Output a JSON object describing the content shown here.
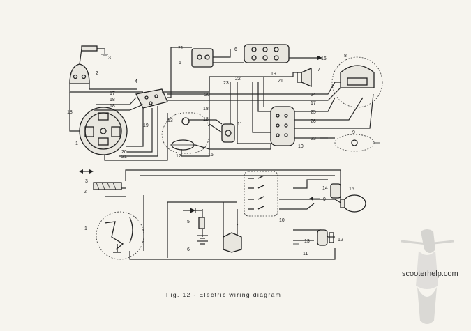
{
  "caption": "Fig. 12 - Electric wiring diagram",
  "watermark": "scooterhelp.com",
  "upper_diagram": {
    "component_numbers": [
      "1",
      "2",
      "3",
      "4",
      "5",
      "6",
      "7",
      "8",
      "9",
      "10",
      "11",
      "12",
      "13"
    ],
    "wire_numbers": [
      "16",
      "17",
      "18",
      "19",
      "20",
      "21",
      "22",
      "23",
      "24",
      "25",
      "26"
    ]
  },
  "lower_diagram": {
    "component_numbers": [
      "1",
      "2",
      "3",
      "5",
      "6",
      "7",
      "9",
      "10",
      "11",
      "12",
      "13",
      "14",
      "15"
    ]
  }
}
